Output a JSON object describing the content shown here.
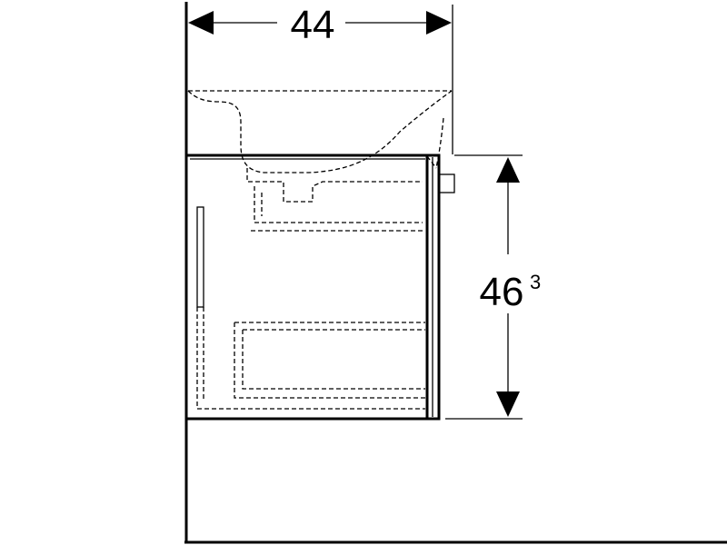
{
  "dimensions": {
    "width_label": "44",
    "height_label_main": "46",
    "height_label_sup": "3"
  }
}
